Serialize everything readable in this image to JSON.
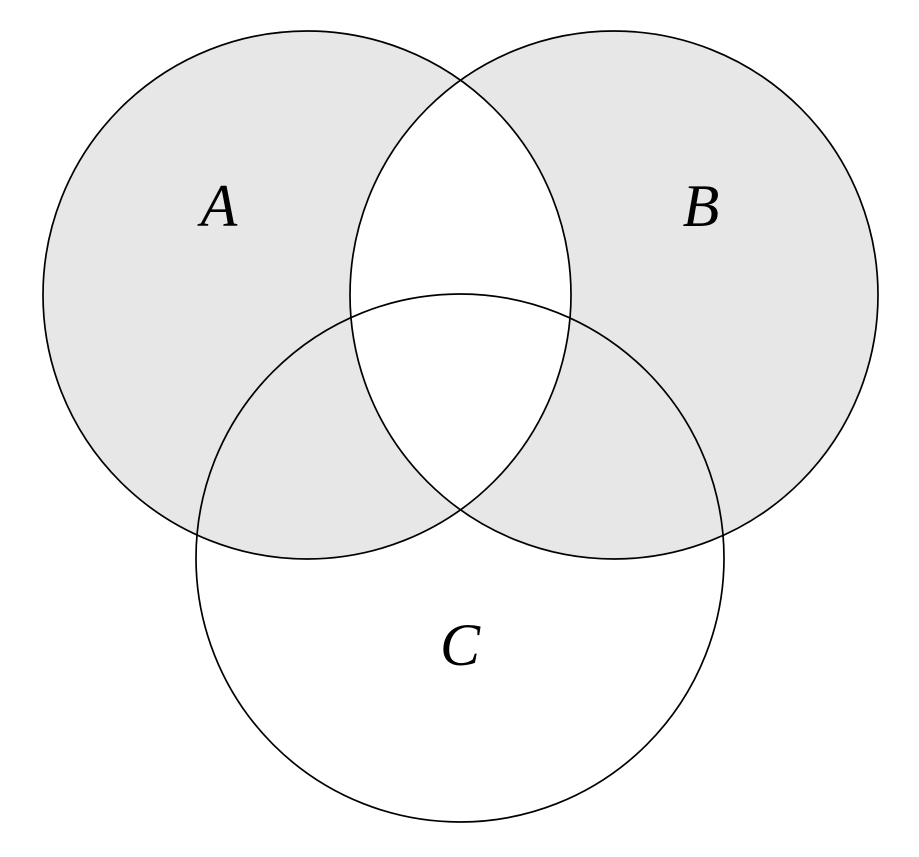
{
  "diagram": {
    "type": "venn",
    "description": "Three-circle Venn diagram with the symmetric difference of sets A and B shaded; circle C is outlined only",
    "sets": [
      {
        "label": "A"
      },
      {
        "label": "B"
      },
      {
        "label": "C"
      }
    ],
    "shaded_regions": [
      "A only",
      "B only",
      "A and C only",
      "B and C only"
    ],
    "unshaded_regions": [
      "A and B only",
      "A and B and C",
      "C only",
      "outside all sets"
    ],
    "colors": {
      "shaded_fill": "#e7e7e7",
      "outline": "#000000",
      "background": "#ffffff"
    }
  }
}
